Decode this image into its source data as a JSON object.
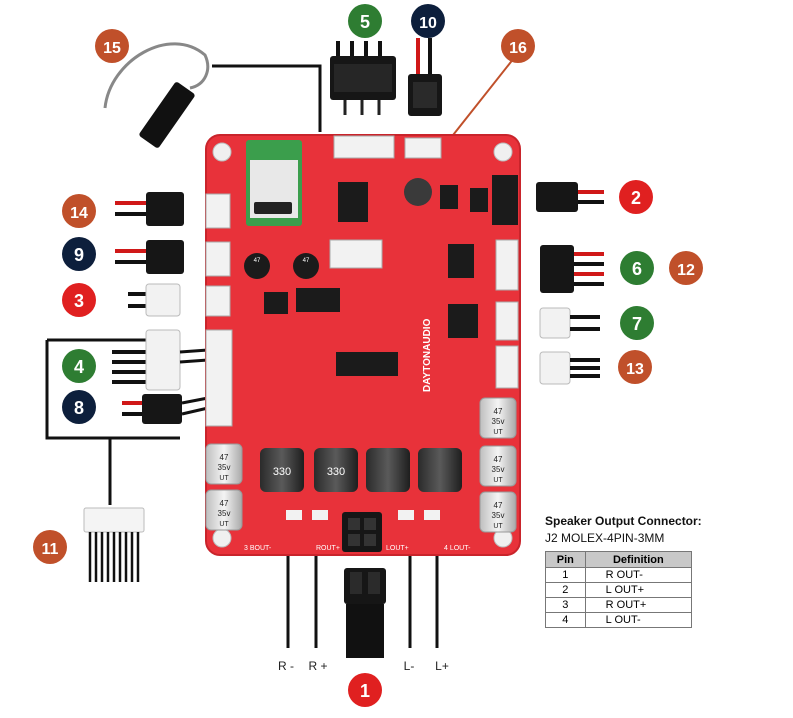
{
  "badges": [
    {
      "num": "1",
      "color": "#e02020"
    },
    {
      "num": "2",
      "color": "#e02020"
    },
    {
      "num": "3",
      "color": "#e02020"
    },
    {
      "num": "4",
      "color": "#2e7d32"
    },
    {
      "num": "5",
      "color": "#2e7d32"
    },
    {
      "num": "6",
      "color": "#2e7d32"
    },
    {
      "num": "7",
      "color": "#2e7d32"
    },
    {
      "num": "8",
      "color": "#0d1f3c"
    },
    {
      "num": "9",
      "color": "#0d1f3c"
    },
    {
      "num": "10",
      "color": "#0d1f3c"
    },
    {
      "num": "11",
      "color": "#c0502a"
    },
    {
      "num": "12",
      "color": "#c0502a"
    },
    {
      "num": "13",
      "color": "#c0502a"
    },
    {
      "num": "14",
      "color": "#c0502a"
    },
    {
      "num": "15",
      "color": "#c0502a"
    },
    {
      "num": "16",
      "color": "#c0502a"
    }
  ],
  "speaker_labels": {
    "r_minus": "R -",
    "r_plus": "R +",
    "l_minus": "L-",
    "l_plus": "L+"
  },
  "board": {
    "brand": "DAYTONAUDIO",
    "cap_value": "47",
    "cap_voltage": "35v",
    "cap_unit": "UT",
    "inductor_value": "330",
    "bout_minus": "3 BOUT-",
    "rout_plus": "ROUT+",
    "lout_plus": "LOUT+",
    "lout_minus": "4 LOUT-"
  },
  "colors": {
    "board": "#e8323a",
    "board_dark": "#c9242b",
    "wire_red": "#d01818",
    "wire_black": "#111111",
    "leader": "#111111"
  },
  "spec": {
    "title": "Speaker Output Connector:",
    "subtitle": "J2 MOLEX-4PIN-3MM",
    "headers": [
      "Pin",
      "Definition"
    ],
    "rows": [
      [
        "1",
        "R OUT-"
      ],
      [
        "2",
        "L OUT+"
      ],
      [
        "3",
        "R OUT+"
      ],
      [
        "4",
        "L OUT-"
      ]
    ]
  }
}
